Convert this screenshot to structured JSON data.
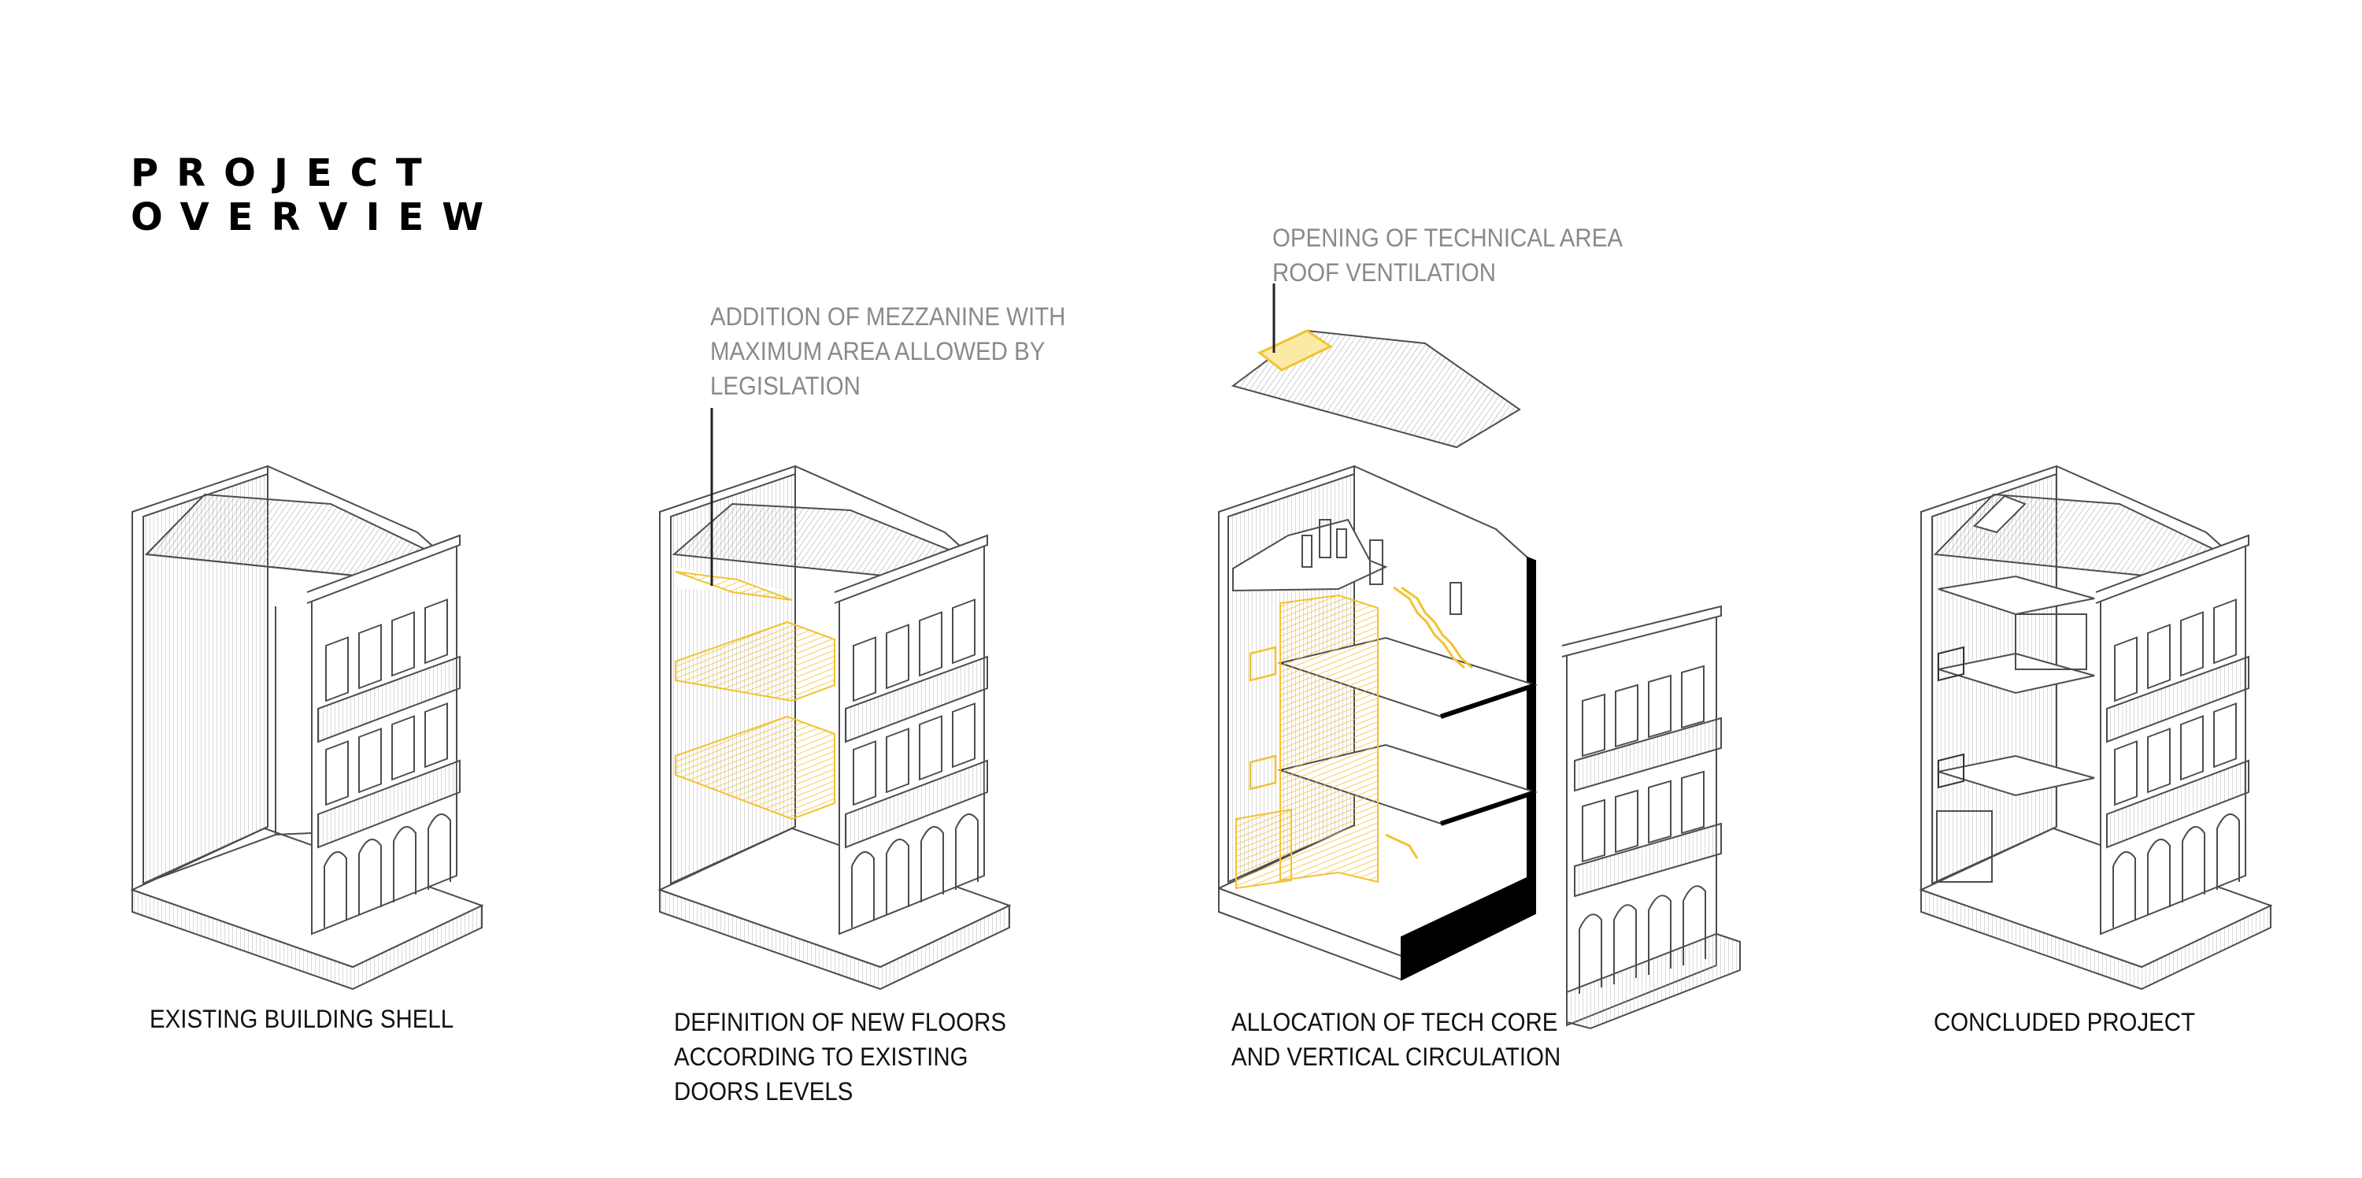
{
  "title": {
    "line1": "PROJECT",
    "line2": "OVERVIEW"
  },
  "colors": {
    "line": "#4d4d4d",
    "accent": "#f2c230",
    "accent_fill": "#fbe9a6",
    "note": "#8a8a8a",
    "wall_solid": "#000000"
  },
  "stages": [
    {
      "caption": [
        "EXISTING BUILDING SHELL"
      ]
    },
    {
      "caption": [
        "DEFINITION OF NEW FLOORS",
        "ACCORDING TO EXISTING",
        "DOORS LEVELS"
      ],
      "note": [
        "ADDITION OF MEZZANINE WITH",
        "MAXIMUM AREA ALLOWED BY",
        "LEGISLATION"
      ]
    },
    {
      "caption": [
        "ALLOCATION OF TECH CORE",
        "AND VERTICAL CIRCULATION"
      ],
      "note": [
        "OPENING OF TECHNICAL AREA",
        "ROOF VENTILATION"
      ]
    },
    {
      "caption": [
        "CONCLUDED PROJECT"
      ]
    }
  ]
}
